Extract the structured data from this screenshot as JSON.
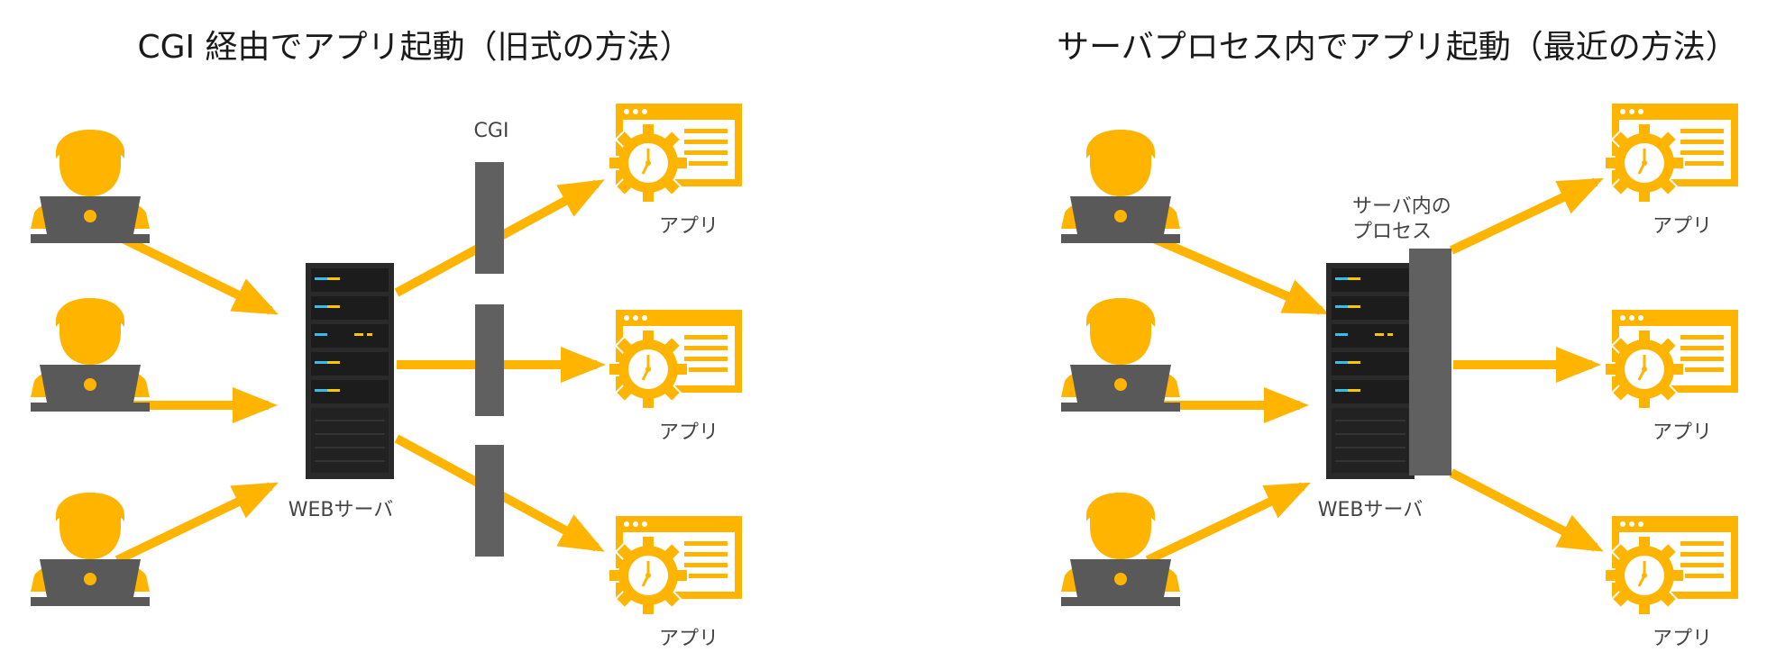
{
  "left_panel": {
    "title": "CGI 経由でアプリ起動（旧式の方法）",
    "gateway_label": "CGI",
    "server_label": "WEBサーバ",
    "app_labels": [
      "アプリ",
      "アプリ",
      "アプリ"
    ]
  },
  "right_panel": {
    "title": "サーバプロセス内でアプリ起動（最近の方法）",
    "process_label_line1": "サーバ内の",
    "process_label_line2": "プロセス",
    "server_label": "WEBサーバ",
    "app_labels": [
      "アプリ",
      "アプリ",
      "アプリ"
    ]
  },
  "colors": {
    "accent": "#FFB400",
    "gateway": "#606060",
    "laptop": "#595959",
    "server_body": "#2a2a2a",
    "server_led_blue": "#38BDE8",
    "server_led_yellow": "#F5C800"
  },
  "icons": {
    "user": "user-with-laptop-icon",
    "server": "server-rack-icon",
    "app": "app-window-gear-clock-icon"
  }
}
